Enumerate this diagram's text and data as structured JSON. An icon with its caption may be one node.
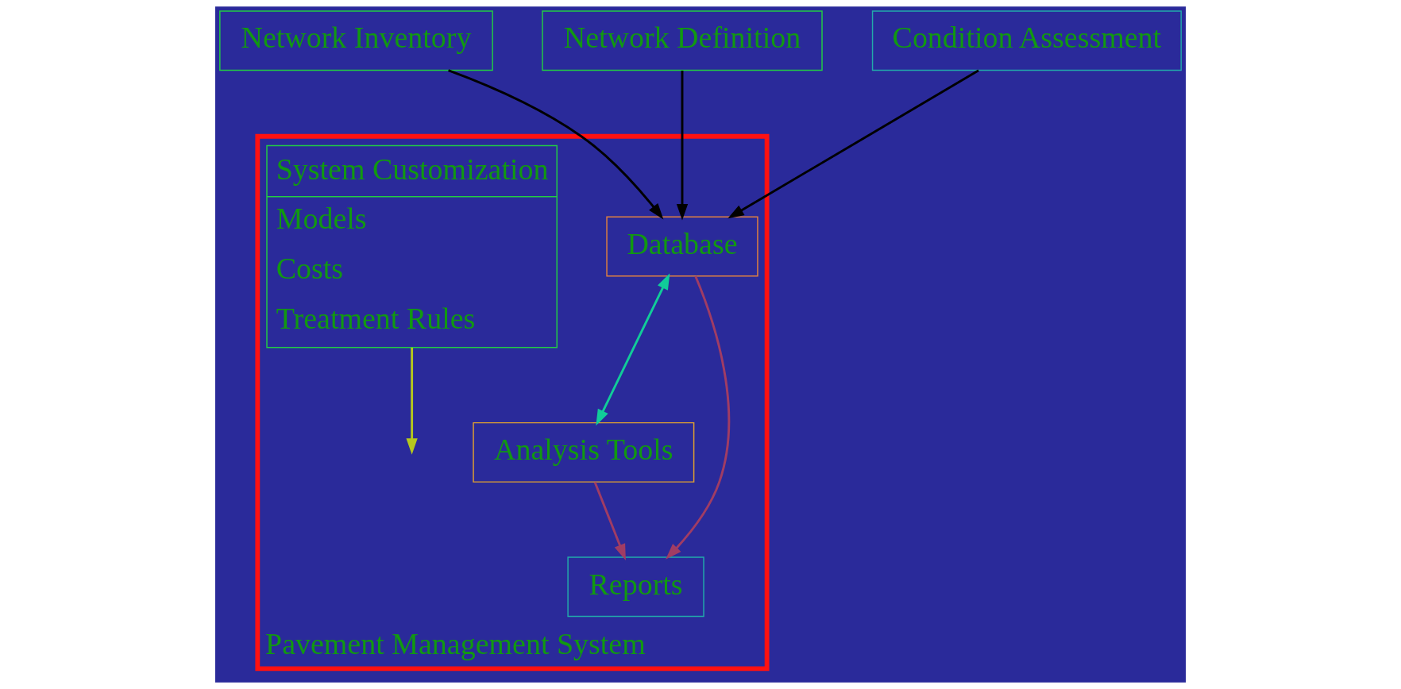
{
  "diagram": {
    "nodes": [
      {
        "text": [
          "Pavement Management System"
        ]
      },
      {
        "text": [
          "Network Inventory"
        ]
      },
      {
        "text": [
          "Network Definition"
        ]
      },
      {
        "text": [
          "Condition Assessment"
        ]
      },
      {
        "text": [
          "Database"
        ],
        "in": 0
      },
      {
        "text": [
          "Analysis Tools"
        ],
        "in": 0
      },
      {
        "text": [
          "Reports"
        ],
        "in": 0
      },
      {
        "text": [
          "System Customization",
          "Models",
          "Costs",
          "Treatment Rules"
        ],
        "in": 0
      }
    ],
    "edges": [
      {
        "from": 1,
        "to": 4,
        "arrow": "to"
      },
      {
        "from": 2,
        "to": 4,
        "arrow": "to"
      },
      {
        "from": 3,
        "to": 4,
        "arrow": "to"
      },
      {
        "from": 4,
        "to": 5,
        "arrow": "both",
        "color": "#11cc99"
      },
      {
        "from": 7,
        "to": null,
        "arrow": "to",
        "color": "#b5c81e"
      },
      {
        "from": 4,
        "to": 6,
        "arrow": "to",
        "color": "#a03c64"
      },
      {
        "from": 5,
        "to": 6,
        "arrow": "to",
        "color": "#a03c64"
      }
    ]
  }
}
